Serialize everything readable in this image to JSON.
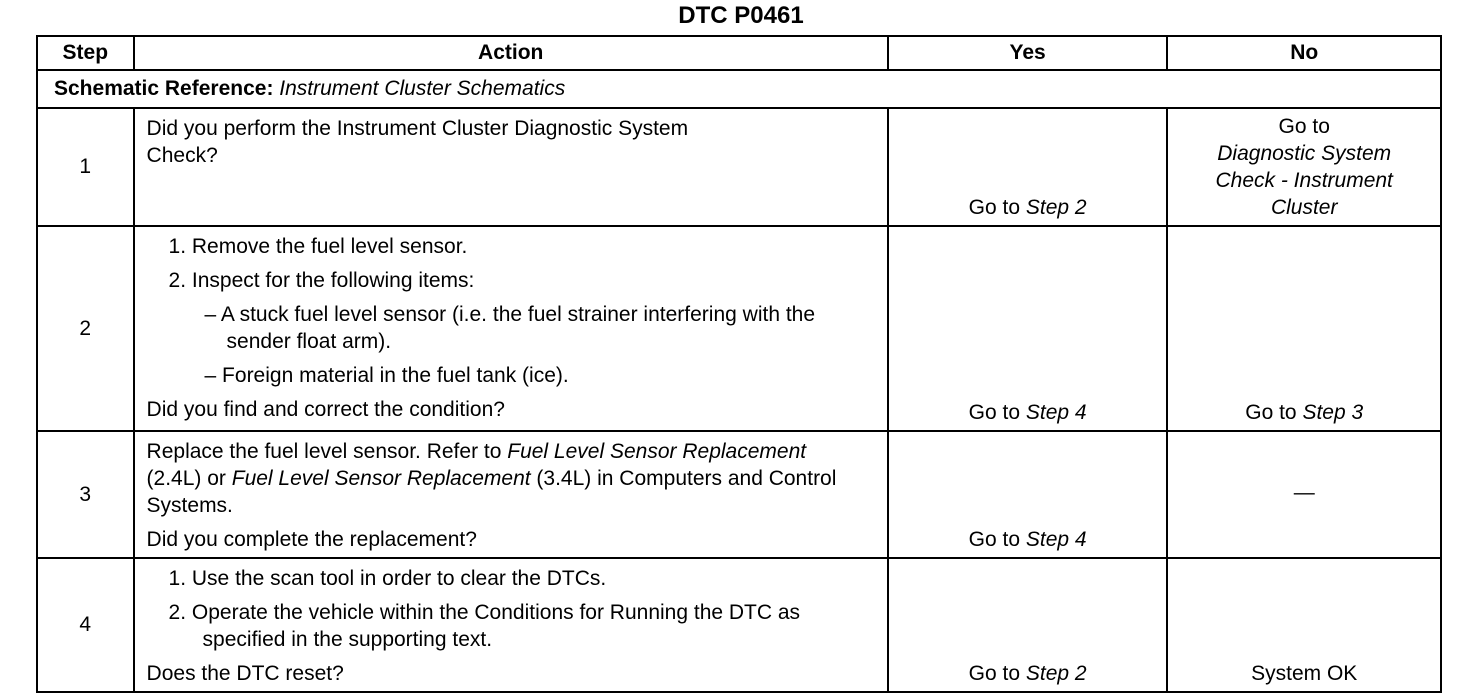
{
  "title": "DTC P0461",
  "headers": {
    "step": "Step",
    "action": "Action",
    "yes": "Yes",
    "no": "No"
  },
  "schematic": {
    "label": "Schematic Reference:",
    "value": "Instrument Cluster Schematics"
  },
  "rows": [
    {
      "step": "1",
      "action_text": "Did you perform the Instrument Cluster Diagnostic System Check?",
      "yes_prefix": "Go to",
      "yes_target": "Step 2",
      "no_prefix": "Go to",
      "no_target": "Diagnostic System Check - Instrument Cluster"
    },
    {
      "step": "2",
      "items": [
        "1. Remove the fuel level sensor.",
        "2. Inspect for the following items:"
      ],
      "subitems": [
        "– A stuck fuel level sensor (i.e. the fuel strainer interfering with the sender float arm).",
        "– Foreign material in the fuel tank (ice)."
      ],
      "question": "Did you find and correct the condition?",
      "yes_prefix": "Go to",
      "yes_target": "Step 4",
      "no_prefix": "Go to",
      "no_target": "Step 3"
    },
    {
      "step": "3",
      "action_parts": {
        "a": "Replace the fuel level sensor. Refer to ",
        "b": "Fuel Level Sensor Replacement",
        "c": " (2.4L) or ",
        "d": "Fuel Level Sensor Replacement",
        "e": " (3.4L) in Computers and Control Systems."
      },
      "question": "Did you complete the replacement?",
      "yes_prefix": "Go to",
      "yes_target": "Step 4",
      "no_text": "—"
    },
    {
      "step": "4",
      "items": [
        "1. Use the scan tool in order to clear the DTCs.",
        "2. Operate the vehicle within the Conditions for Running the DTC as specified in the supporting text."
      ],
      "question": "Does the DTC reset?",
      "yes_prefix": "Go to",
      "yes_target": "Step 2",
      "no_text": "System OK"
    }
  ]
}
